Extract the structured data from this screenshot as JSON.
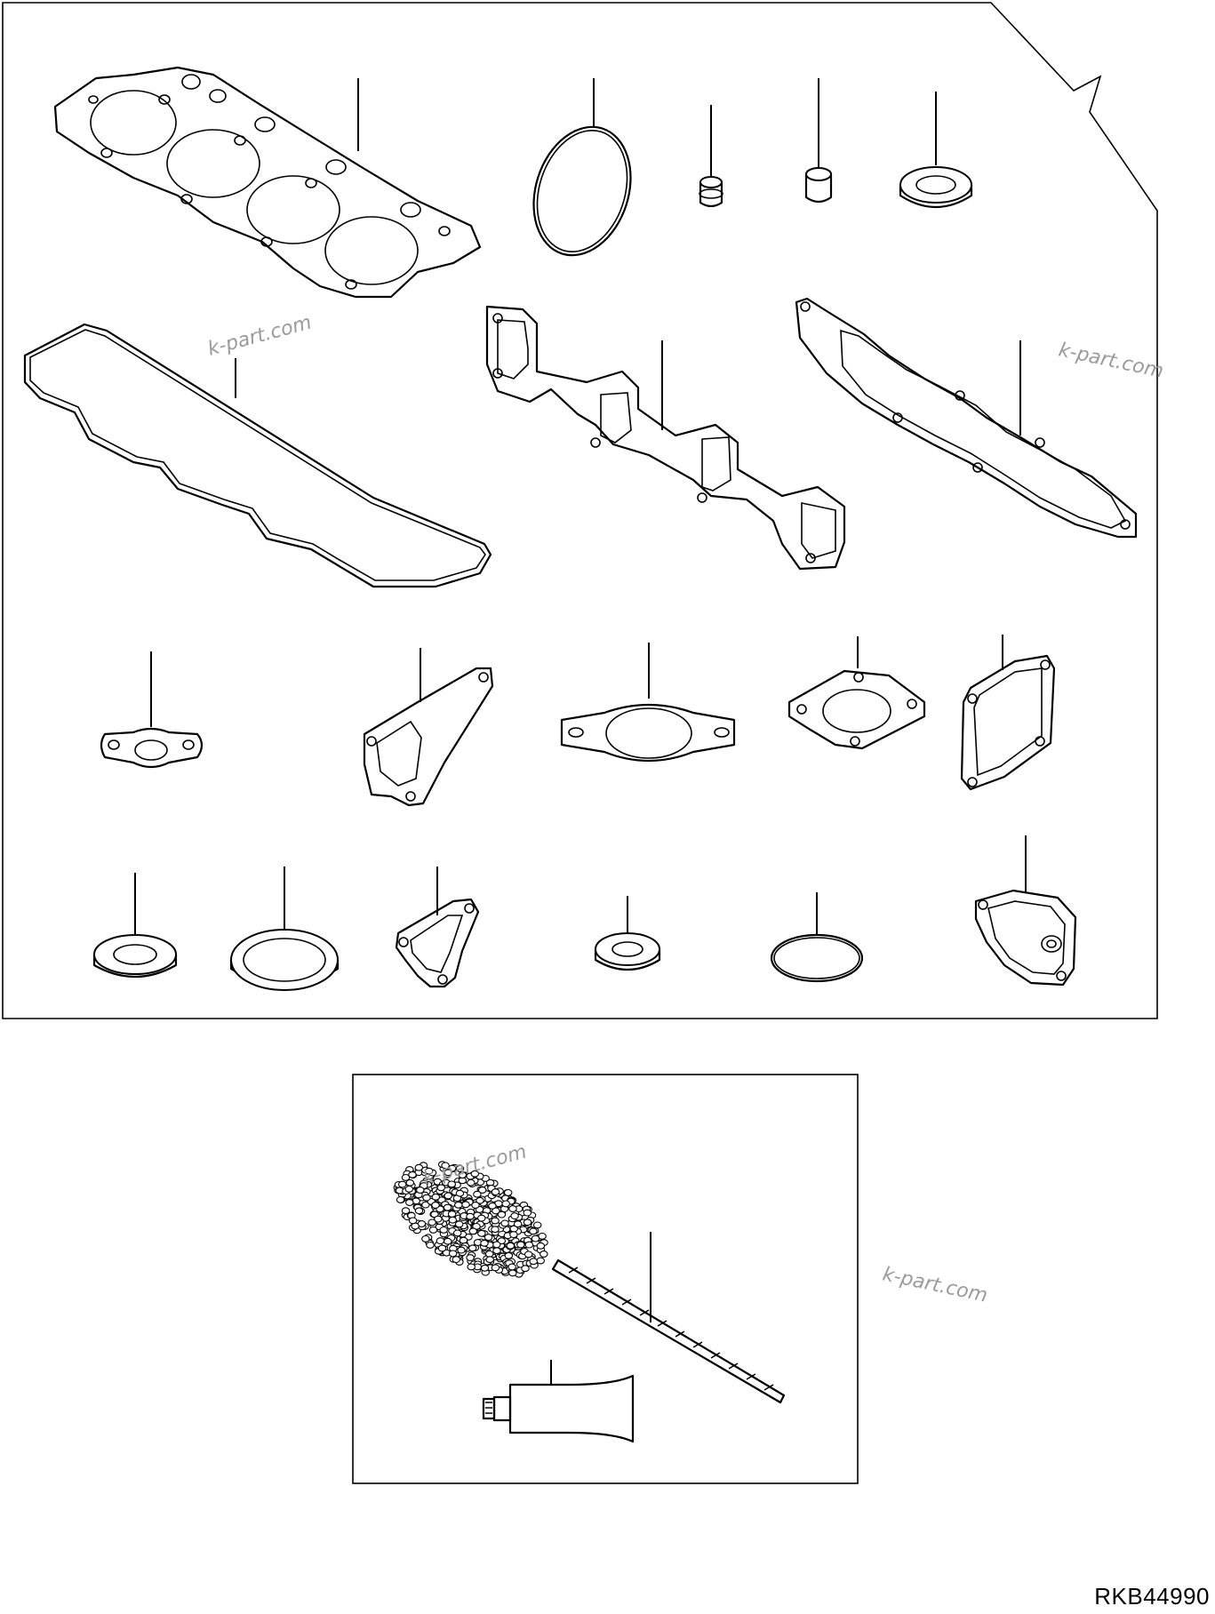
{
  "drawing_id": "RKB44990",
  "watermark": "k-part.com",
  "colors": {
    "line": "#000000",
    "watermark": "#9a9a9a",
    "background": "#ffffff"
  },
  "parts": [
    "cylinder-head-gasket",
    "o-ring-large",
    "valve-stem-seal",
    "bushing",
    "washer-thick",
    "head-cover-gasket",
    "intake-manifold-gasket",
    "exhaust-manifold-gasket",
    "oil-pipe-gasket",
    "water-outlet-gasket",
    "flange-gasket",
    "thermostat-gasket",
    "cover-gasket",
    "washer-small",
    "washer-large",
    "pump-gasket",
    "washer-medium",
    "o-ring-small",
    "side-cover-gasket",
    "wire-brush",
    "sealant-tube"
  ]
}
